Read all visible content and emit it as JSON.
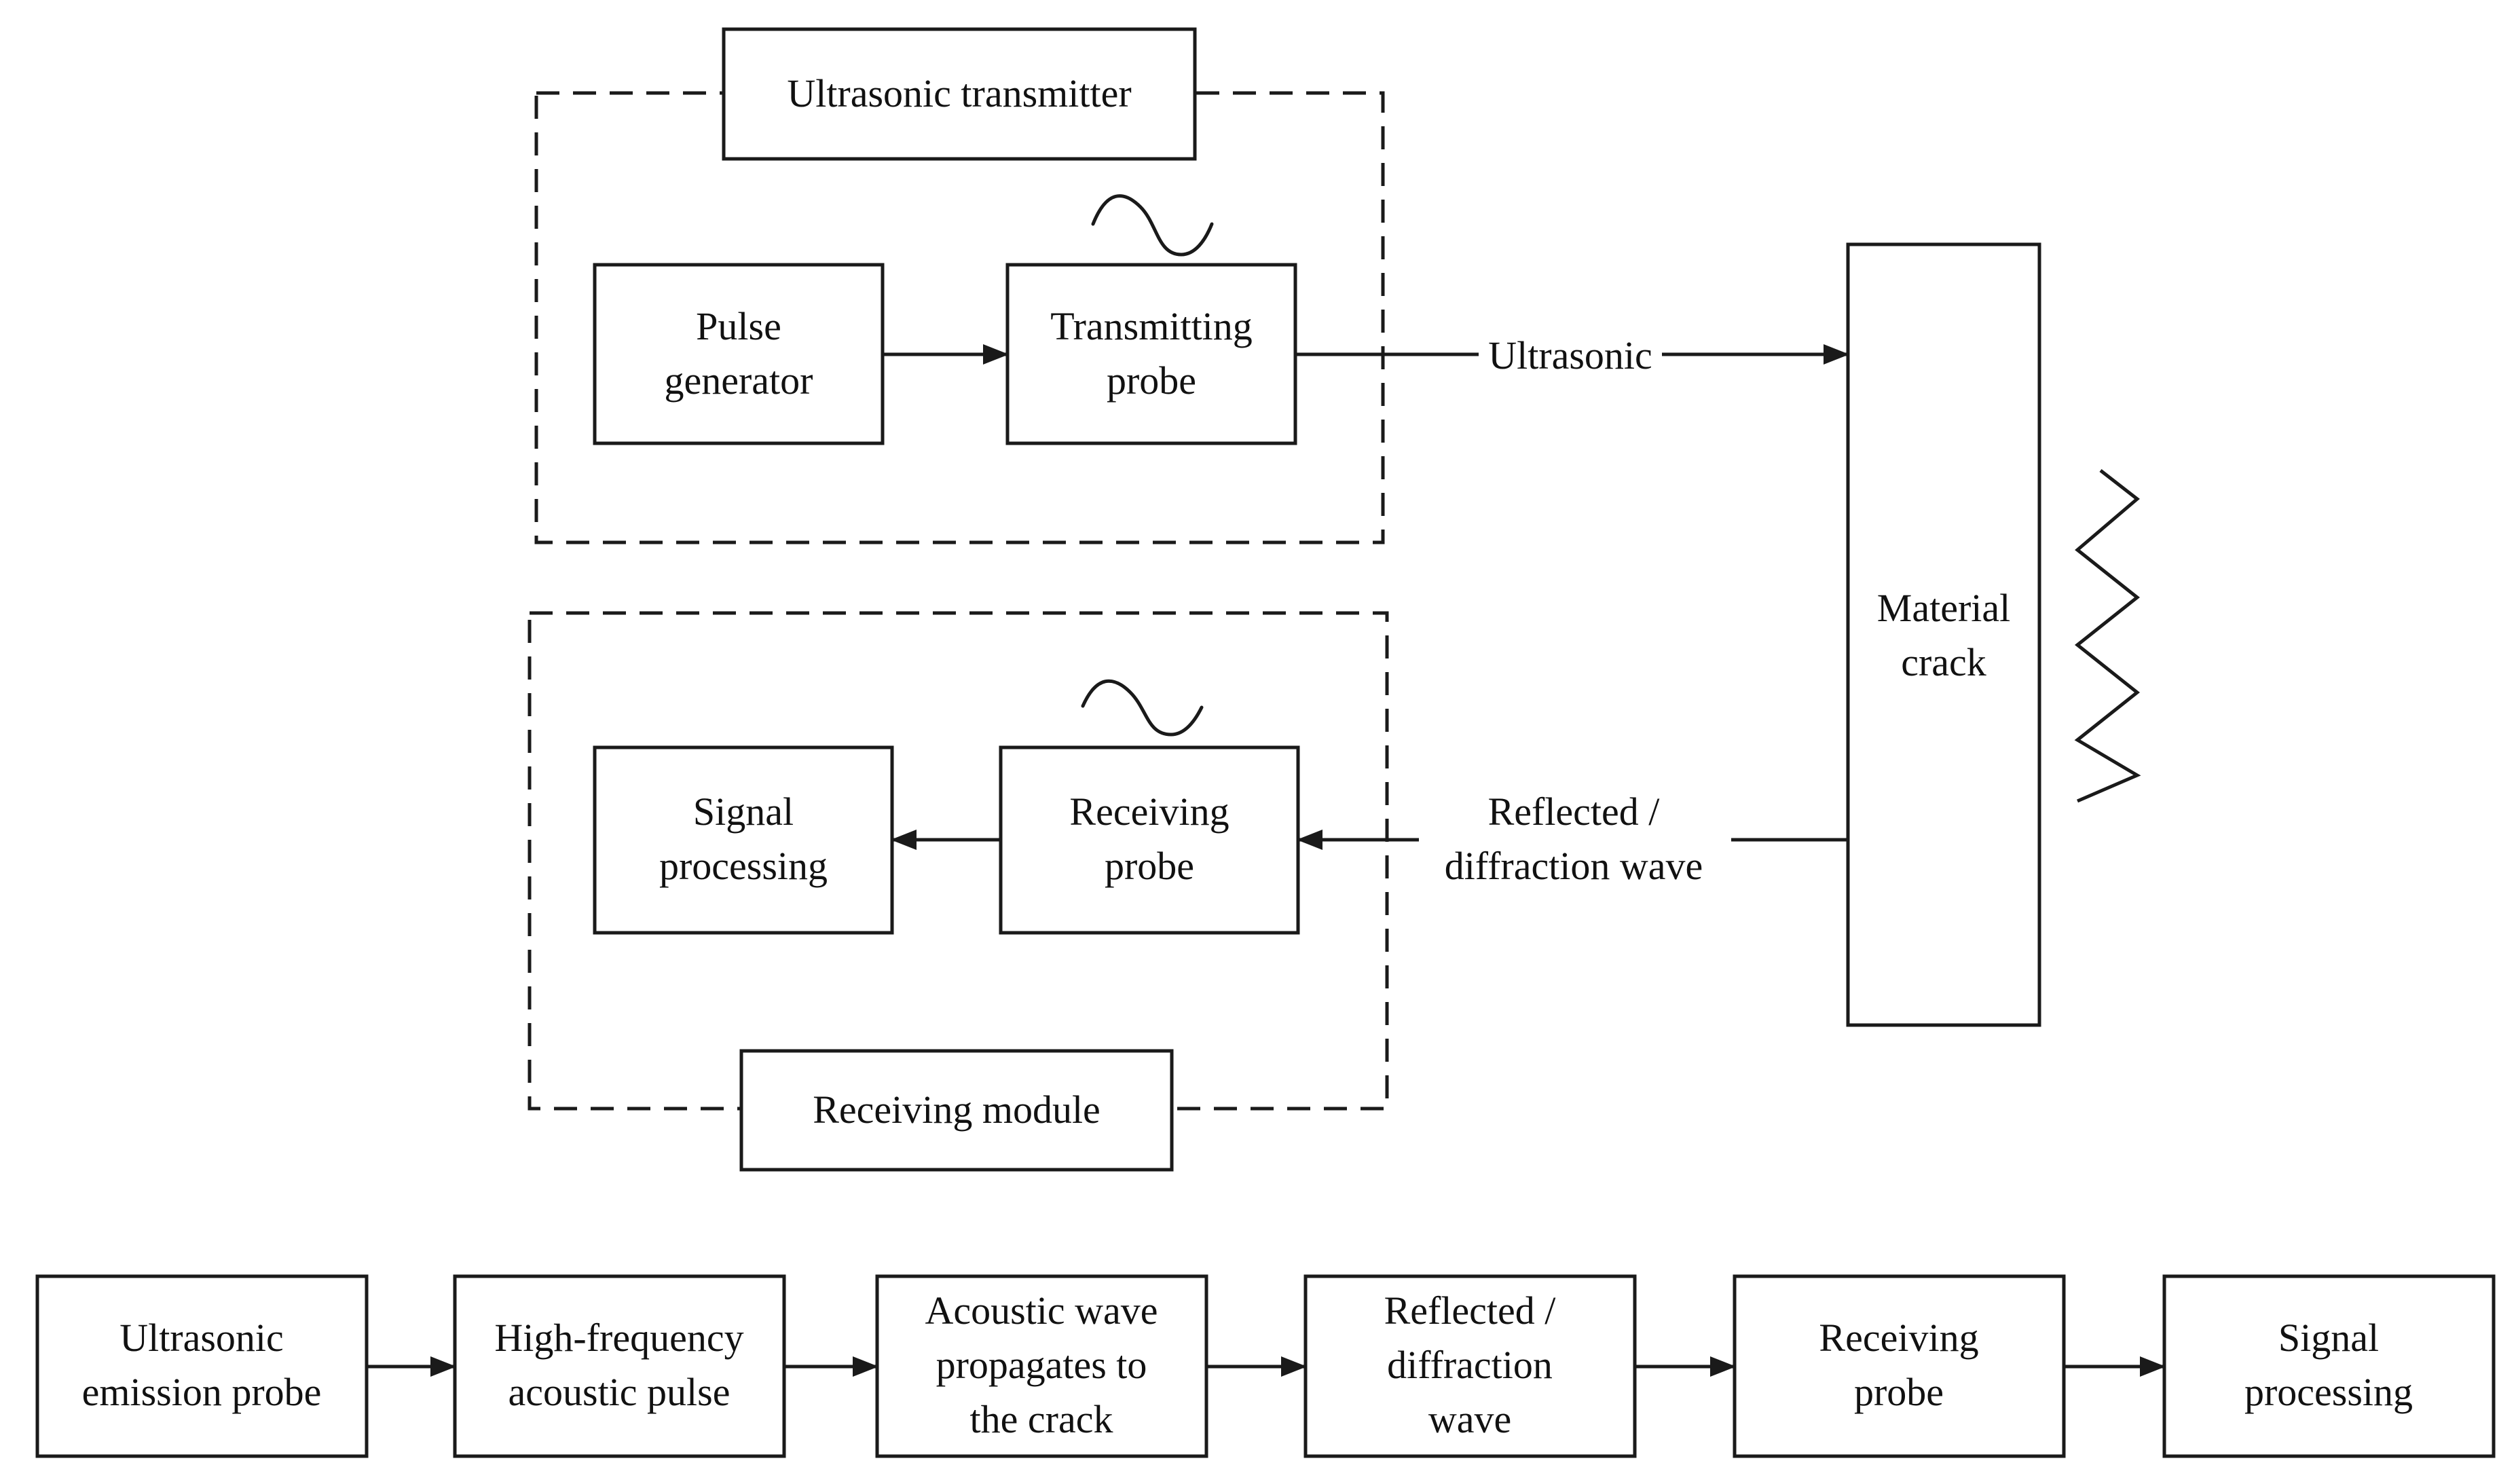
{
  "diagram": {
    "transmitter_group": {
      "title": "Ultrasonic transmitter",
      "pulse_generator": [
        "Pulse",
        "generator"
      ],
      "transmitting_probe": [
        "Transmitting",
        "probe"
      ]
    },
    "receiver_group": {
      "title": "Receiving module",
      "signal_processing": [
        "Signal",
        "processing"
      ],
      "receiving_probe": [
        "Receiving",
        "probe"
      ]
    },
    "material_crack": [
      "Material",
      "crack"
    ],
    "ultrasonic_arrow_label": "Ultrasonic",
    "reflected_arrow_label": [
      "Reflected /",
      "diffraction wave"
    ]
  },
  "flow": {
    "steps": [
      [
        "Ultrasonic",
        "emission probe"
      ],
      [
        "High-frequency",
        "acoustic pulse"
      ],
      [
        "Acoustic wave",
        "propagates to",
        "the crack"
      ],
      [
        "Reflected /",
        "diffraction",
        "wave"
      ],
      [
        "Receiving",
        "probe"
      ],
      [
        "Signal",
        "processing"
      ]
    ]
  }
}
